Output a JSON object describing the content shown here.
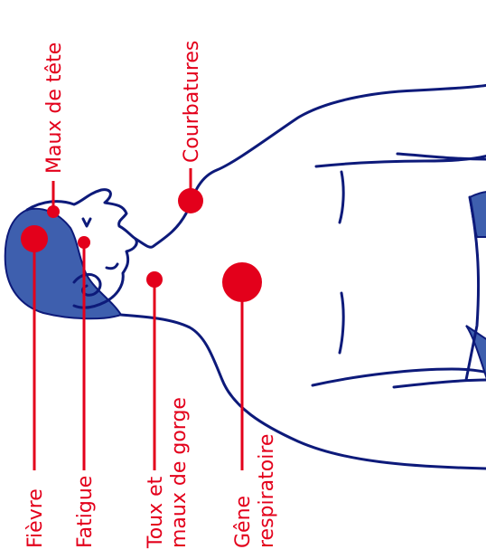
{
  "colors": {
    "accent": "#e3001b",
    "outline": "#0d1a7a",
    "fill": "#3e5fae"
  },
  "symptoms": {
    "maux_de_tete": "Maux de tête",
    "courbatures": "Courbatures",
    "fievre": "Fièvre",
    "fatigue": "Fatigue",
    "toux_line1": "Toux et",
    "toux_line2": "maux de gorge",
    "gene_line1": "Gêne",
    "gene_line2": "respiratoire"
  }
}
